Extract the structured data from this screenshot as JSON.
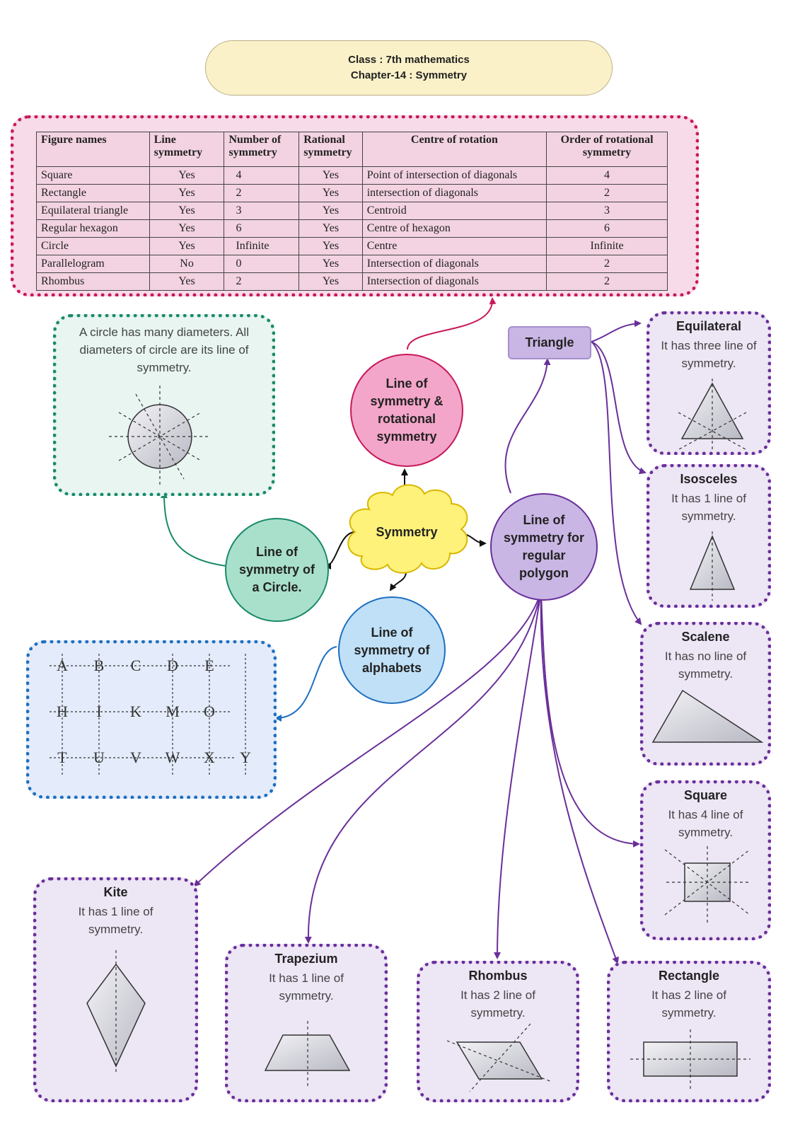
{
  "header": {
    "line1": "Class : 7th mathematics",
    "line2": "Chapter-14 : Symmetry"
  },
  "table": {
    "headers": [
      "Figure names",
      "Line symmetry",
      "Number of symmetry",
      "Rational symmetry",
      "Centre of rotation",
      "Order of rotational symmetry"
    ],
    "rows": [
      [
        "Square",
        "Yes",
        "4",
        "Yes",
        "Point of intersection of diagonals",
        "4"
      ],
      [
        "Rectangle",
        "Yes",
        "2",
        "Yes",
        "intersection of diagonals",
        "2"
      ],
      [
        "Equilateral triangle",
        "Yes",
        "3",
        "Yes",
        "Centroid",
        "3"
      ],
      [
        "Regular hexagon",
        "Yes",
        "6",
        "Yes",
        "Centre of hexagon",
        "6"
      ],
      [
        "Circle",
        "Yes",
        "Infinite",
        "Yes",
        "Centre",
        "Infinite"
      ],
      [
        "Parallelogram",
        "No",
        "0",
        "Yes",
        "Intersection of diagonals",
        "2"
      ],
      [
        "Rhombus",
        "Yes",
        "2",
        "Yes",
        "Intersection of diagonals",
        "2"
      ]
    ]
  },
  "center_node": "Symmetry",
  "nodes": {
    "rotational": "Line of symmetry & rotational symmetry",
    "circle": "Line of symmetry of a Circle.",
    "alphabets": "Line of symmetry of alphabets",
    "polygon": "Line of symmetry for regular polygon",
    "triangle": "Triangle"
  },
  "circle_note": "A circle has many diameters. All diameters of circle are its line of symmetry.",
  "alphabet_rows": [
    [
      "A",
      "B",
      "C",
      "D",
      "E"
    ],
    [
      "H",
      "I",
      "K",
      "M",
      "O"
    ],
    [
      "T",
      "U",
      "V",
      "W",
      "X",
      "Y"
    ]
  ],
  "shapes": {
    "equilateral": {
      "title": "Equilateral",
      "desc": "It has three line of symmetry."
    },
    "isosceles": {
      "title": "Isosceles",
      "desc": "It has 1 line of symmetry."
    },
    "scalene": {
      "title": "Scalene",
      "desc": "It has no line of symmetry."
    },
    "square": {
      "title": "Square",
      "desc": "It has 4 line of symmetry."
    },
    "kite": {
      "title": "Kite",
      "desc": "It has 1 line of symmetry."
    },
    "trapezium": {
      "title": "Trapezium",
      "desc": "It has 1 line of symmetry."
    },
    "rhombus": {
      "title": "Rhombus",
      "desc": "It has 2 line of symmetry."
    },
    "rectangle": {
      "title": "Rectangle",
      "desc": "It has 2 line of symmetry."
    }
  },
  "colors": {
    "table_border": "#c8185a",
    "rotational_fill": "#f3a6c9",
    "circle_fill": "#a9e0cc",
    "alphabet_fill": "#bfe0f7",
    "polygon_fill": "#c9b6e4",
    "cloud_fill": "#fff27a",
    "purple_line": "#6a2f9a"
  }
}
